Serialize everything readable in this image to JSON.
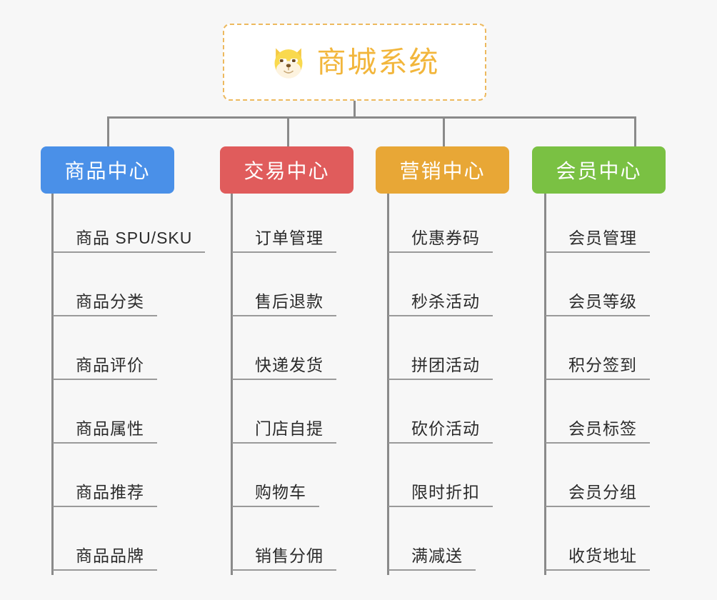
{
  "background_color": "#f7f7f7",
  "root": {
    "title": "商城系统",
    "icon": "dog-face-icon",
    "text_color": "#f2b63c",
    "border_color": "#edb95e",
    "background_color": "#ffffff"
  },
  "connector_color": "#8a8a8a",
  "columns": [
    {
      "id": "product-center",
      "label": "商品中心",
      "color": "#4a90e8",
      "items": [
        "商品 SPU/SKU",
        "商品分类",
        "商品评价",
        "商品属性",
        "商品推荐",
        "商品品牌"
      ]
    },
    {
      "id": "trade-center",
      "label": "交易中心",
      "color": "#e05c5c",
      "items": [
        "订单管理",
        "售后退款",
        "快递发货",
        "门店自提",
        "购物车",
        "销售分佣"
      ]
    },
    {
      "id": "marketing-center",
      "label": "营销中心",
      "color": "#e8a736",
      "items": [
        "优惠券码",
        "秒杀活动",
        "拼团活动",
        "砍价活动",
        "限时折扣",
        "满减送"
      ]
    },
    {
      "id": "member-center",
      "label": "会员中心",
      "color": "#7ac143",
      "items": [
        "会员管理",
        "会员等级",
        "积分签到",
        "会员标签",
        "会员分组",
        "收货地址"
      ]
    }
  ]
}
